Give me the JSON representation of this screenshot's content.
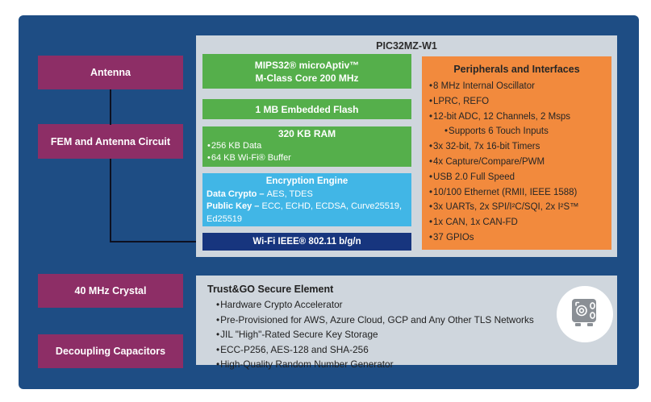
{
  "chip": {
    "title": "PIC32MZ-W1",
    "cpu_line1": "MIPS32® microAptiv™",
    "cpu_line2": "M-Class Core 200 MHz",
    "flash": "1 MB Embedded Flash",
    "ram_title": "320 KB RAM",
    "ram_items": [
      "256 KB Data",
      "64 KB Wi-Fi® Buffer"
    ],
    "enc_title": "Encryption Engine",
    "enc_line1_bold": "Data Crypto – ",
    "enc_line1_rest": "AES, TDES",
    "enc_line2_bold": "Public Key – ",
    "enc_line2_rest": "ECC, ECHD, ECDSA,  Curve25519, Ed25519",
    "wifi": "Wi-Fi IEEE® 802.11 b/g/n"
  },
  "peripherals": {
    "title": "Peripherals and Interfaces",
    "items": [
      "8 MHz Internal Oscillator",
      "LPRC, REFO",
      "12-bit ADC, 12 Channels, 2 Msps",
      "Supports 6 Touch Inputs",
      "3x 32-bit, 7x 16-bit Timers",
      "4x Capture/Compare/PWM",
      "USB 2.0 Full Speed",
      "10/100 Ethernet (RMII, IEEE 1588)",
      "3x UARTs, 2x SPI/I²C/SQI, 2x I²S™",
      "1x CAN, 1x CAN-FD",
      "37 GPIOs"
    ]
  },
  "external": {
    "antenna": "Antenna",
    "fem": "FEM and Antenna Circuit",
    "crystal": "40 MHz Crystal",
    "decoupling": "Decoupling Capacitors"
  },
  "secure": {
    "title": "Trust&GO Secure Element",
    "items": [
      "Hardware Crypto Accelerator",
      "Pre-Provisioned for AWS, Azure Cloud, GCP and Any Other TLS Networks",
      "JIL \"High\"-Rated Secure Key Storage",
      "ECC-P256, AES-128 and SHA-256",
      "High-Quality Random Number Generator"
    ],
    "icon": "safe-icon"
  },
  "colors": {
    "navy_bg": "#1E4D84",
    "purple": "#8D2E66",
    "panel_gray": "#CFD6DD",
    "green": "#55AF4B",
    "light_blue": "#41B6E6",
    "wifi_navy": "#17357E",
    "orange": "#F28A3D",
    "connector_black": "#0D1020",
    "icon_gray": "#8A8F95"
  }
}
